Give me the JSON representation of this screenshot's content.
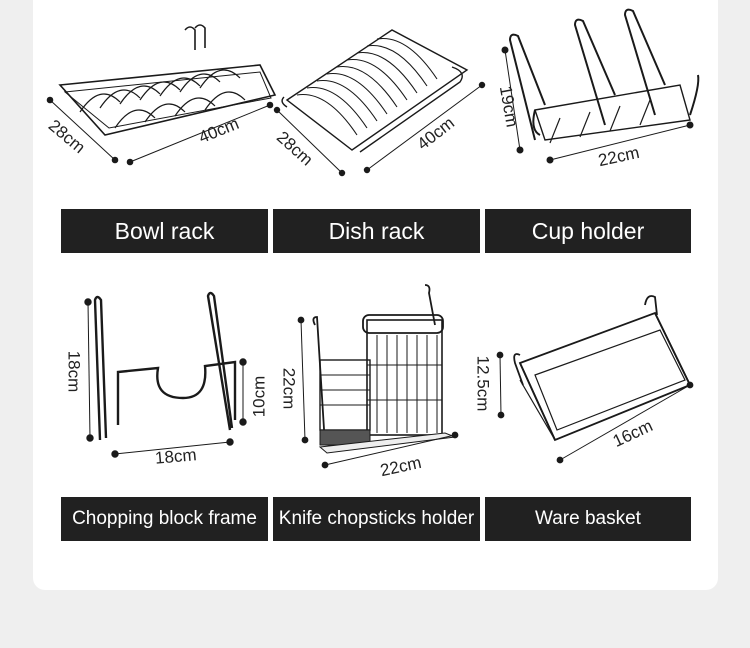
{
  "products": [
    {
      "label": "Bowl rack",
      "dims": [
        "28cm",
        "40cm"
      ]
    },
    {
      "label": "Dish rack",
      "dims": [
        "28cm",
        "40cm"
      ]
    },
    {
      "label": "Cup holder",
      "dims": [
        "19cm",
        "22cm"
      ]
    },
    {
      "label": "Chopping block frame",
      "dims": [
        "18cm",
        "10cm",
        "18cm"
      ]
    },
    {
      "label": "Knife chopsticks holder",
      "dims": [
        "22cm",
        "22cm"
      ]
    },
    {
      "label": "Ware basket",
      "dims": [
        "12.5cm",
        "16cm"
      ]
    }
  ],
  "colors": {
    "background": "#efefef",
    "card": "#ffffff",
    "label_bg": "#212121",
    "label_text": "#ffffff",
    "line": "#1a1a1a"
  }
}
